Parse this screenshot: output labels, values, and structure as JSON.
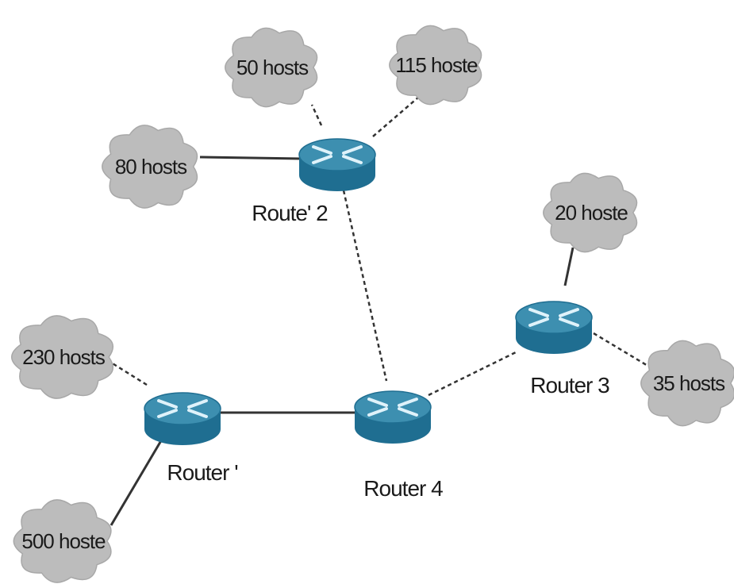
{
  "colors": {
    "cloud_fill": "#bcbcbc",
    "cloud_stroke": "#a8a8a8",
    "router_top": "#3d8fb0",
    "router_side": "#1f6e91",
    "router_mark": "#dff2fa",
    "link": "#333333"
  },
  "routers": [
    {
      "id": "r2",
      "label": "Route' 2"
    },
    {
      "id": "r1",
      "label": "Router '"
    },
    {
      "id": "r4",
      "label": "Router 4"
    },
    {
      "id": "r3",
      "label": "Router 3"
    }
  ],
  "clouds": [
    {
      "id": "c50",
      "label": "50 hosts"
    },
    {
      "id": "c115",
      "label": "115 hoste"
    },
    {
      "id": "c80",
      "label": "80 hosts"
    },
    {
      "id": "c20",
      "label": "20 hoste"
    },
    {
      "id": "c230",
      "label": "230 hosts"
    },
    {
      "id": "c35",
      "label": "35 hosts"
    },
    {
      "id": "c500",
      "label": "500 hoste"
    }
  ],
  "links": [
    {
      "from": "r2",
      "to": "c50",
      "style": "dashed"
    },
    {
      "from": "r2",
      "to": "c115",
      "style": "dashed"
    },
    {
      "from": "r2",
      "to": "c80",
      "style": "solid"
    },
    {
      "from": "r2",
      "to": "r4",
      "style": "dashed"
    },
    {
      "from": "r1",
      "to": "r4",
      "style": "solid"
    },
    {
      "from": "r1",
      "to": "c230",
      "style": "dashed"
    },
    {
      "from": "r1",
      "to": "c500",
      "style": "solid"
    },
    {
      "from": "r4",
      "to": "r3",
      "style": "dashed"
    },
    {
      "from": "r3",
      "to": "c20",
      "style": "solid"
    },
    {
      "from": "r3",
      "to": "c35",
      "style": "dashed"
    }
  ]
}
